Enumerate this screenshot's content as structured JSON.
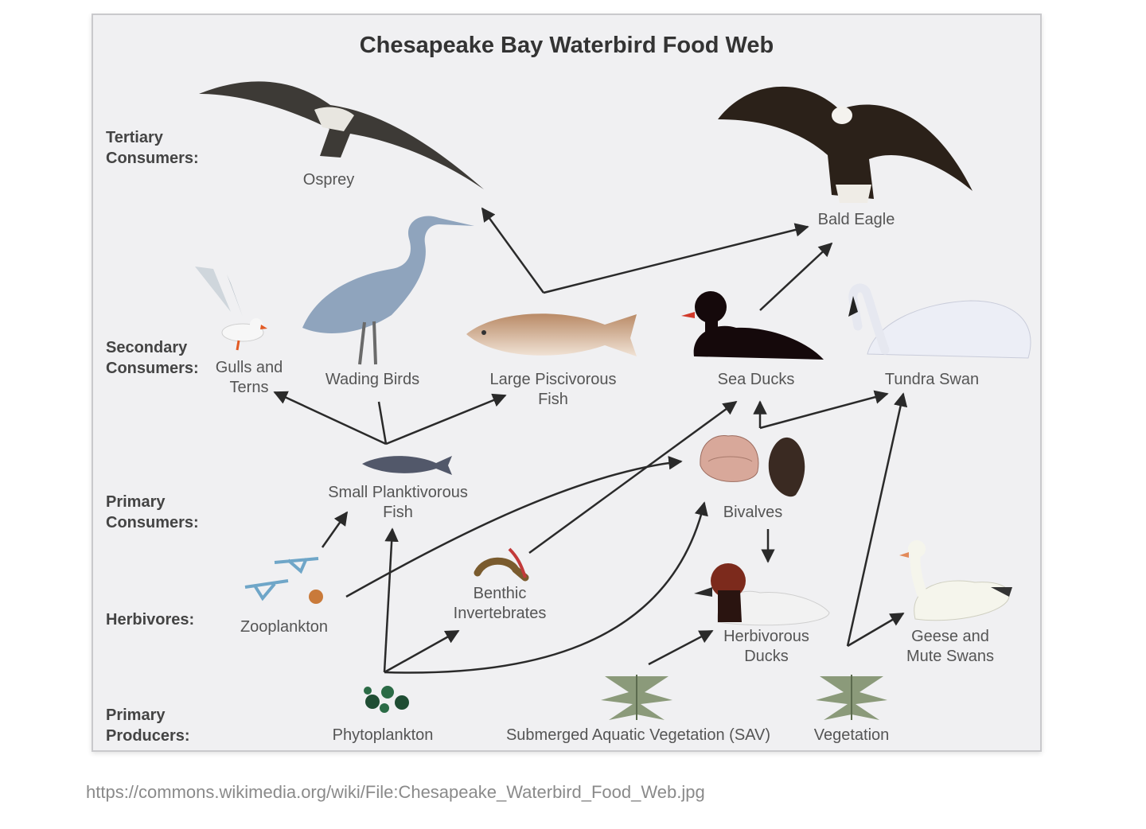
{
  "diagram": {
    "title": "Chesapeake Bay Waterbird Food Web",
    "levels": {
      "tertiary": [
        "Tertiary",
        "Consumers:"
      ],
      "secondary": [
        "Secondary",
        "Consumers:"
      ],
      "primary": [
        "Primary",
        "Consumers:"
      ],
      "herbivores": [
        "Herbivores:"
      ],
      "producers": [
        "Primary",
        "Producers:"
      ]
    },
    "organisms": {
      "osprey": [
        "Osprey"
      ],
      "bald_eagle": [
        "Bald Eagle"
      ],
      "gulls": [
        "Gulls and",
        "Terns"
      ],
      "wading_birds": [
        "Wading Birds"
      ],
      "large_fish": [
        "Large Piscivorous",
        "Fish"
      ],
      "sea_ducks": [
        "Sea Ducks"
      ],
      "tundra_swan": [
        "Tundra Swan"
      ],
      "small_fish": [
        "Small Planktivorous",
        "Fish"
      ],
      "bivalves": [
        "Bivalves"
      ],
      "zooplankton": [
        "Zooplankton"
      ],
      "benthic": [
        "Benthic",
        "Invertebrates"
      ],
      "herb_ducks": [
        "Herbivorous",
        "Ducks"
      ],
      "geese": [
        "Geese and",
        "Mute Swans"
      ],
      "phytoplankton": [
        "Phytoplankton"
      ],
      "sav": [
        "Submerged Aquatic Vegetation (SAV)"
      ],
      "vegetation": [
        "Vegetation"
      ]
    },
    "colors": {
      "arrow": "#2a2a2a",
      "label": "#555555",
      "level": "#444444",
      "frame": "#f0f0f2"
    }
  },
  "source_url": "https://commons.wikimedia.org/wiki/File:Chesapeake_Waterbird_Food_Web.jpg"
}
